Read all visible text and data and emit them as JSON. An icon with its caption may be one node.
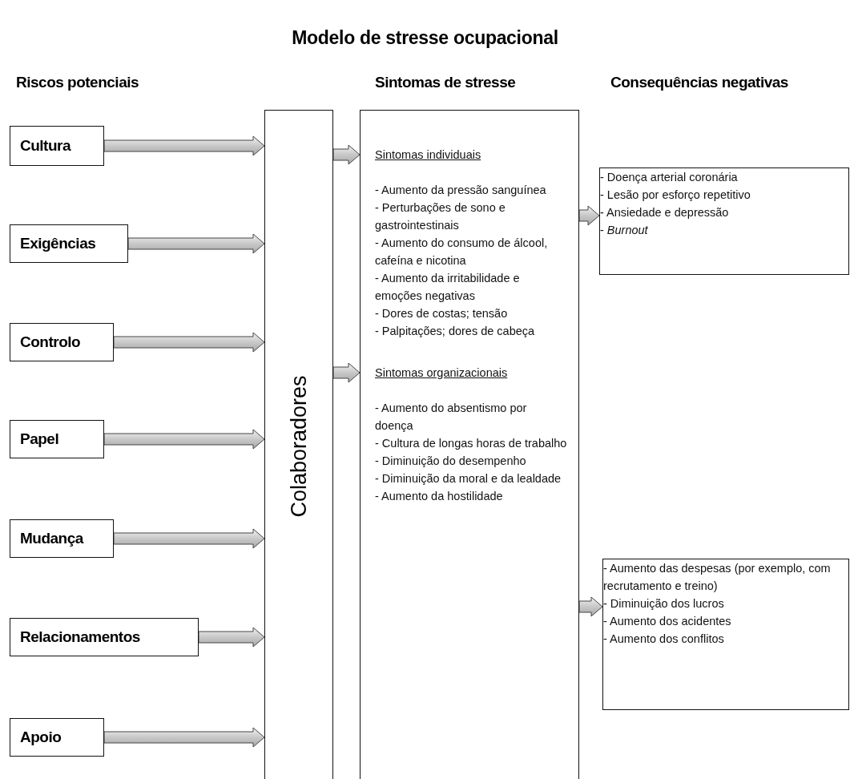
{
  "diagram": {
    "title": "Modelo de stresse ocupacional",
    "nodes": [
      {
        "text": [
          "Cultura"
        ]
      },
      {
        "text": [
          "Exigências"
        ]
      },
      {
        "text": [
          "Controlo"
        ]
      },
      {
        "text": [
          "Papel"
        ]
      },
      {
        "text": [
          "Mudança"
        ]
      },
      {
        "text": [
          "Relacionamentos"
        ]
      },
      {
        "text": [
          "Apoio"
        ]
      },
      {
        "text": [
          "Colaboradores"
        ]
      },
      {
        "text": [
          "Sintomas individuais",
          "- Aumento da pressão sanguínea",
          "- Perturbações de sono e gastrointestinais",
          "- Aumento do consumo de álcool, cafeína e nicotina",
          "- Aumento da irritabilidade e emoções negativas",
          "- Dores de costas; tensão",
          "- Palpitações; dores de cabeça",
          "Sintomas organizacionais",
          "- Aumento do absentismo por doença",
          "- Cultura de longas horas de trabalho",
          "- Diminuição do desempenho",
          "- Diminuição da moral e da lealdade",
          "- Aumento da hostilidade"
        ]
      },
      {
        "text": [
          "- Doença arterial coronária",
          "- Lesão por esforço repetitivo",
          "- Ansiedade e depressão",
          "- *Burnout*"
        ]
      },
      {
        "text": [
          "- Aumento das despesas (por exemplo, com recrutamento e treino)",
          "- Diminuição dos lucros",
          "- Aumento dos acidentes",
          "- Aumento dos conflitos"
        ]
      }
    ],
    "edges": [
      {
        "from": 0,
        "to": 7,
        "arrow": "to"
      },
      {
        "from": 1,
        "to": 7,
        "arrow": "to"
      },
      {
        "from": 2,
        "to": 7,
        "arrow": "to"
      },
      {
        "from": 3,
        "to": 7,
        "arrow": "to"
      },
      {
        "from": 4,
        "to": 7,
        "arrow": "to"
      },
      {
        "from": 5,
        "to": 7,
        "arrow": "to"
      },
      {
        "from": 6,
        "to": 7,
        "arrow": "to"
      },
      {
        "from": 7,
        "to": 8,
        "arrow": "to"
      },
      {
        "from": 7,
        "to": 8,
        "arrow": "to"
      },
      {
        "from": 8,
        "to": 9,
        "arrow": "to"
      },
      {
        "from": 8,
        "to": 10,
        "arrow": "to"
      }
    ],
    "labels": [
      "Riscos potenciais",
      "Sintomas de stresse",
      "Consequências negativas"
    ]
  }
}
